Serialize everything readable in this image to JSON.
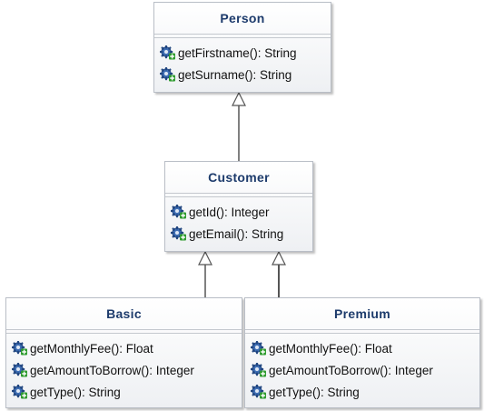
{
  "diagram": {
    "classes": {
      "person": {
        "name": "Person",
        "operations": [
          "getFirstname(): String",
          "getSurname(): String"
        ]
      },
      "customer": {
        "name": "Customer",
        "operations": [
          "getId(): Integer",
          "getEmail(): String"
        ]
      },
      "basic": {
        "name": "Basic",
        "operations": [
          "getMonthlyFee(): Float",
          "getAmountToBorrow(): Integer",
          "getType(): String"
        ]
      },
      "premium": {
        "name": "Premium",
        "operations": [
          "getMonthlyFee(): Float",
          "getAmountToBorrow(): Integer",
          "getType(): String"
        ]
      }
    },
    "relations": [
      {
        "type": "generalization",
        "from": "Customer",
        "to": "Person"
      },
      {
        "type": "generalization",
        "from": "Basic",
        "to": "Customer"
      },
      {
        "type": "generalization",
        "from": "Premium",
        "to": "Customer"
      }
    ],
    "icon": "public-operation-gear-icon",
    "colors": {
      "class_name": "#1d3b6c",
      "border": "#b9bec6",
      "icon_gear": "#3f6fb5",
      "icon_plus": "#2e9b2e"
    }
  }
}
